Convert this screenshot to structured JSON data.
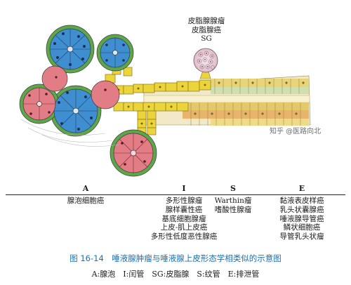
{
  "sg": {
    "line1": "皮脂腺腺瘤",
    "line2": "皮脂腺癌",
    "line3": "SG"
  },
  "columns": [
    {
      "letter": "A",
      "items": [
        "腺泡细胞癌"
      ]
    },
    {
      "letter": "I",
      "items": [
        "多形性腺瘤",
        "腺样囊性癌",
        "基底细胞腺瘤",
        "上皮-肌上皮癌",
        "多形性低度恶性腺癌"
      ]
    },
    {
      "letter": "S",
      "items": [
        "Warthin瘤",
        "嗜酸性腺瘤"
      ]
    },
    {
      "letter": "E",
      "items": [
        "黏液表皮样癌",
        "乳头状囊腺癌",
        "唾液腺导管癌",
        "鳞状细胞癌",
        "导管乳头状瘤"
      ]
    }
  ],
  "caption": "图 16-14　唾液腺肿瘤与唾液腺上皮形态学相类似的示意图",
  "legend": "A:腺泡　I:闰管　SG:皮脂腺　S:纹管　E:排泄管",
  "watermark": "知乎 @医路向北",
  "colors": {
    "acinus_blue": "#3f8fd0",
    "acinus_pink": "#e27d86",
    "myoepi_green": "#5ea64a",
    "duct_yellow": "#ecd53a",
    "caption_blue": "#1c6fb3"
  }
}
